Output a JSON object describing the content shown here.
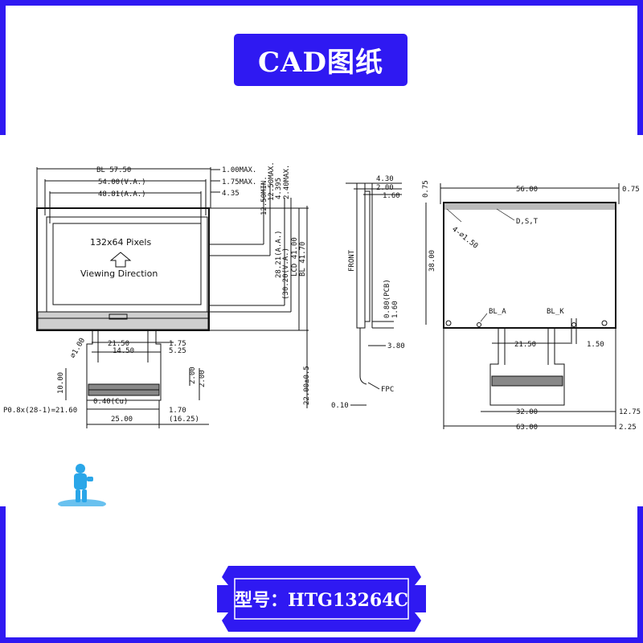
{
  "header": {
    "title": "CAD图纸"
  },
  "footer": {
    "model": "型号：HTG13264C"
  },
  "front_view": {
    "pixels_label": "132x64 Pixels",
    "direction_label": "Viewing Direction",
    "dims": {
      "bl_width": "BL 57.50",
      "va_width": "54.00(V.A.)",
      "aa_width": "48.81(A.A.)",
      "max1": "1.00MAX.",
      "max2": "1.75MAX.",
      "d435": "4.35",
      "min1": "12.50MIN.",
      "max3": "12.50MAX.",
      "d395": "4.395",
      "max4": "2.40MAX.",
      "aa_height": "28.21(A.A.)",
      "va_height": "(30.20(V.A.)",
      "lcd": "LCD 41.00",
      "bl_height": "BL 41.70",
      "d2150": "21.50",
      "d1450": "14.50",
      "d175": "1.75",
      "d525": "5.25",
      "hole": "⌀1.00",
      "d1000": "10.00",
      "d200a": "2.00",
      "d200b": "2.00",
      "pitch": "0.40(Cu)",
      "fpc_pitch": "P0.8x(28-1)=21.60",
      "d2500": "25.00",
      "d170": "1.70",
      "d1625": "(16.25)",
      "fpc_len": "22.00±0.5"
    }
  },
  "side_view": {
    "front_label": "FRONT",
    "fpc_label": "FPC",
    "dims": {
      "d430": "4.30",
      "d200": "2.00",
      "d160a": "1.60",
      "d080": "0.80(PCB)",
      "d160b": "1.60",
      "d380": "3.80",
      "d010": "0.10"
    }
  },
  "back_view": {
    "dims": {
      "d075a": "0.75",
      "d5600": "56.00",
      "d075b": "0.75",
      "holes": "4-⌀1.50",
      "dst": "D,S,T",
      "d3800": "38.00",
      "bla": "BL_A",
      "blk": "BL_K",
      "d2150": "21.50",
      "d150": "1.50",
      "d3200": "32.00",
      "d1275": "12.75",
      "d6300": "63.00",
      "d225": "2.25"
    }
  },
  "colors": {
    "brand_blue": "#2f19f2",
    "logo_blue": "#2aa6e8"
  }
}
